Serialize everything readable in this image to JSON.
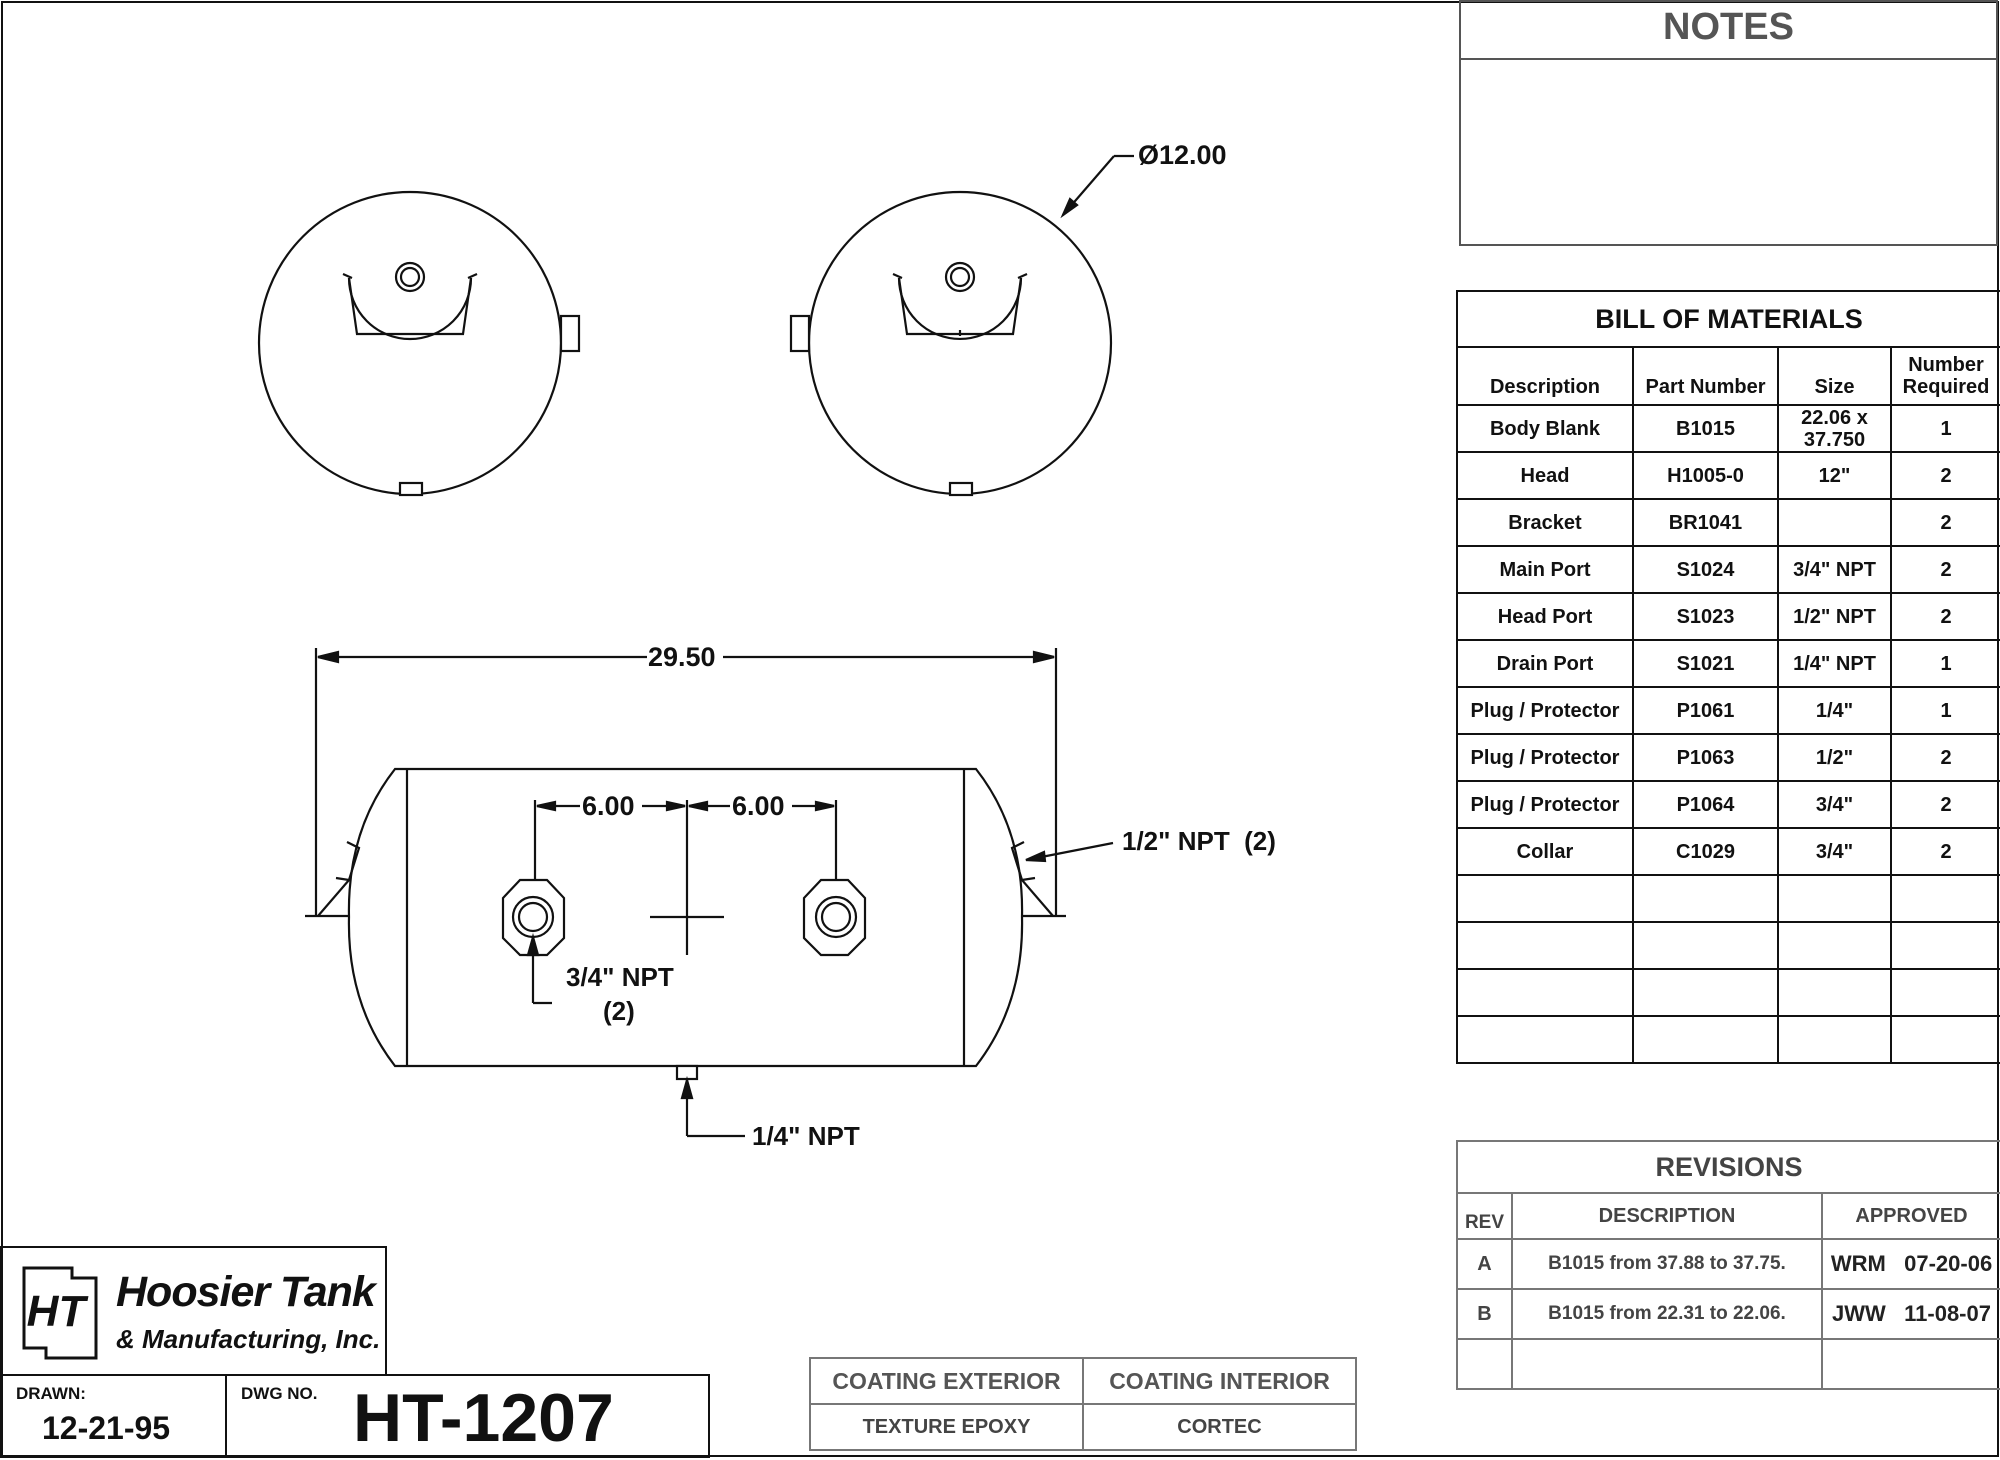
{
  "drawing": {
    "dims": {
      "diameter": "Ø12.00",
      "length": "29.50",
      "port_spacing_left": "6.00",
      "port_spacing_right": "6.00",
      "head_port_label": "1/2\" NPT  (2)",
      "main_port_label_1": "3/4\" NPT",
      "main_port_label_2": "(2)",
      "drain_label": "1/4\" NPT"
    }
  },
  "notes": {
    "title": "NOTES"
  },
  "bom": {
    "title": "BILL OF MATERIALS",
    "headers": {
      "description": "Description",
      "part_number": "Part Number",
      "size": "Size",
      "number_1": "Number",
      "number_2": "Required"
    },
    "rows": [
      {
        "description": "Body Blank",
        "part_number": "B1015",
        "size_1": "22.06 x",
        "size_2": "37.750",
        "qty": "1"
      },
      {
        "description": "Head",
        "part_number": "H1005-0",
        "size_1": "12\"",
        "size_2": "",
        "qty": "2"
      },
      {
        "description": "Bracket",
        "part_number": "BR1041",
        "size_1": "",
        "size_2": "",
        "qty": "2"
      },
      {
        "description": "Main Port",
        "part_number": "S1024",
        "size_1": "3/4\" NPT",
        "size_2": "",
        "qty": "2"
      },
      {
        "description": "Head Port",
        "part_number": "S1023",
        "size_1": "1/2\" NPT",
        "size_2": "",
        "qty": "2"
      },
      {
        "description": "Drain Port",
        "part_number": "S1021",
        "size_1": "1/4\" NPT",
        "size_2": "",
        "qty": "1"
      },
      {
        "description": "Plug / Protector",
        "part_number": "P1061",
        "size_1": "1/4\"",
        "size_2": "",
        "qty": "1"
      },
      {
        "description": "Plug / Protector",
        "part_number": "P1063",
        "size_1": "1/2\"",
        "size_2": "",
        "qty": "2"
      },
      {
        "description": "Plug / Protector",
        "part_number": "P1064",
        "size_1": "3/4\"",
        "size_2": "",
        "qty": "2"
      },
      {
        "description": "Collar",
        "part_number": "C1029",
        "size_1": "3/4\"",
        "size_2": "",
        "qty": "2"
      }
    ]
  },
  "revisions": {
    "title": "REVISIONS",
    "headers": {
      "rev": "REV",
      "description": "DESCRIPTION",
      "approved": "APPROVED"
    },
    "rows": [
      {
        "rev": "A",
        "description": "B1015 from 37.88 to 37.75.",
        "approved": "WRM   07-20-06"
      },
      {
        "rev": "B",
        "description": "B1015 from 22.31 to 22.06.",
        "approved": "JWW   11-08-07"
      }
    ]
  },
  "company": {
    "logo_mark": "HT",
    "name_1": "Hoosier Tank",
    "name_2": "& Manufacturing, Inc."
  },
  "title_block": {
    "drawn_label": "DRAWN:",
    "drawn_date": "12-21-95",
    "dwg_label": "DWG NO.",
    "dwg_no": "HT-1207"
  },
  "coating": {
    "exterior_label": "COATING EXTERIOR",
    "interior_label": "COATING INTERIOR",
    "exterior_value": "TEXTURE EPOXY",
    "interior_value": "CORTEC"
  }
}
